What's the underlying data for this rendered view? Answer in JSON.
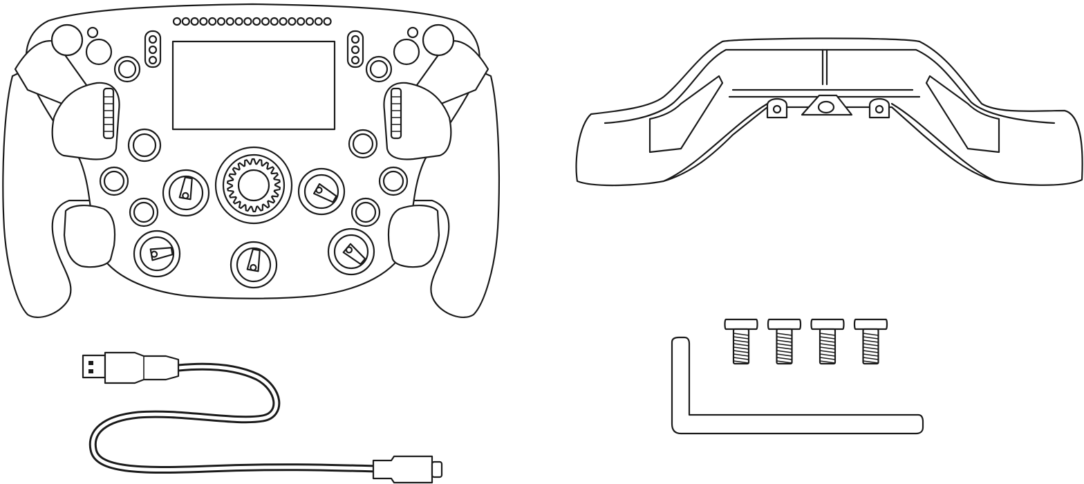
{
  "diagram": {
    "line_color": "#1a1a1a",
    "background": "#ffffff",
    "items": [
      {
        "name": "steering-wheel",
        "icon": "f1-steering-wheel-icon"
      },
      {
        "name": "mounting-bracket",
        "icon": "bracket-icon"
      },
      {
        "name": "usb-cable",
        "icon": "usb-cable-icon"
      },
      {
        "name": "screws",
        "icon": "screw-icon",
        "count": 4
      },
      {
        "name": "allen-key",
        "icon": "hex-key-icon"
      }
    ]
  }
}
